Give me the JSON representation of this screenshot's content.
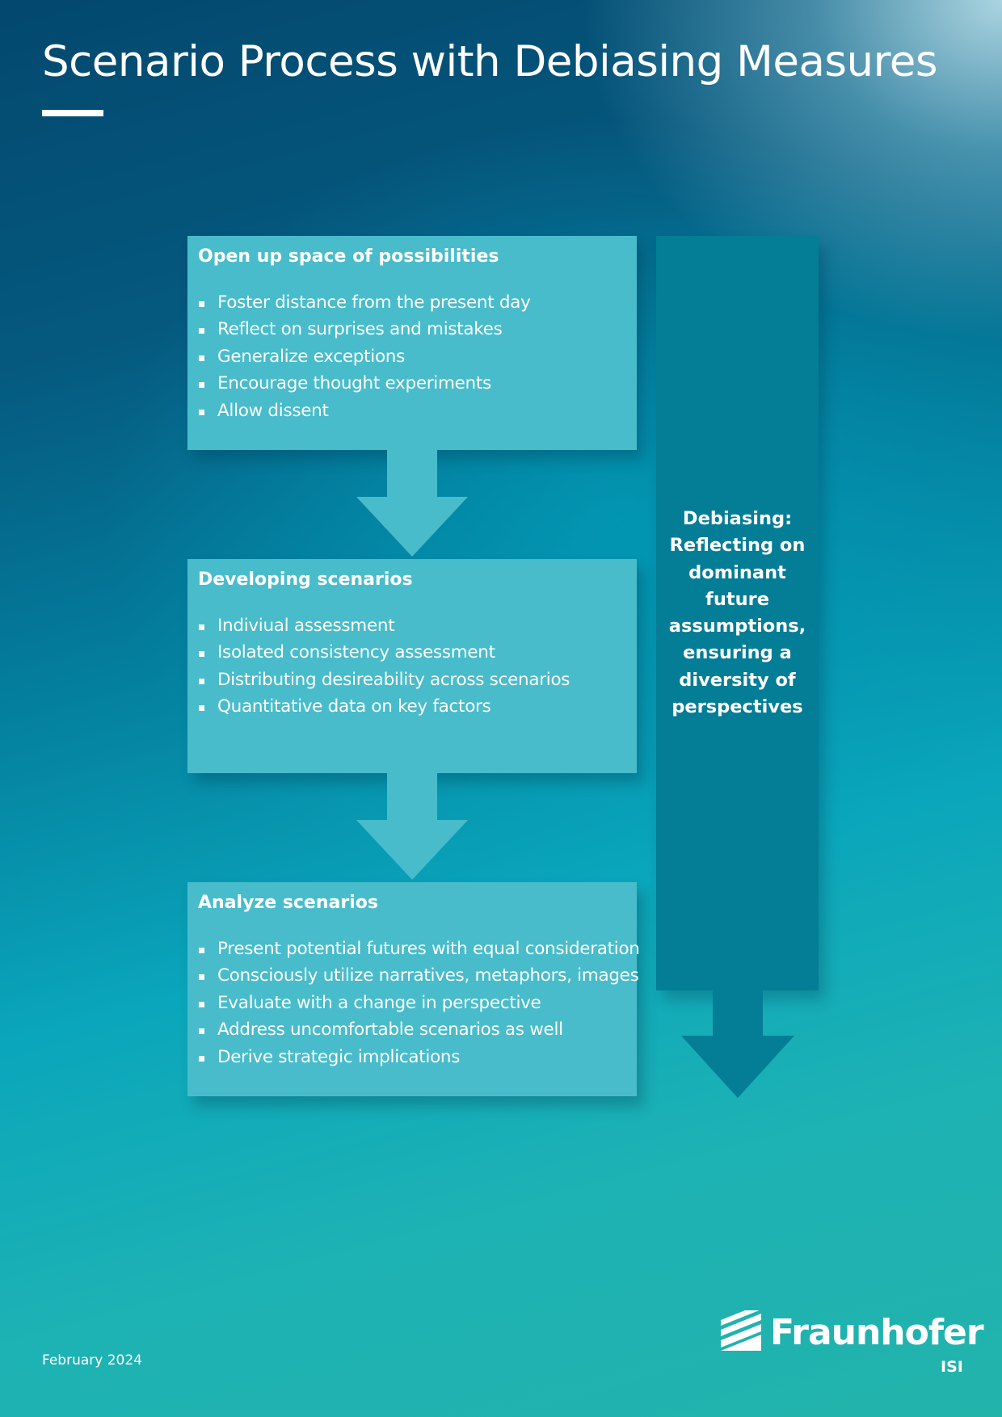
{
  "title": "Scenario Process with Debiasing Measures",
  "steps": [
    {
      "heading": "Open up space of possibilities",
      "items": [
        "Foster distance from the present day",
        "Reflect on surprises and mistakes",
        "Generalize exceptions",
        "Encourage thought experiments",
        "Allow dissent"
      ]
    },
    {
      "heading": "Developing scenarios",
      "items": [
        "Indiviual assessment",
        "Isolated consistency assessment",
        "Distributing desireability across scenarios",
        "Quantitative data on key factors"
      ]
    },
    {
      "heading": "Analyze scenarios",
      "items": [
        "Present potential futures with equal consideration",
        "Consciously utilize narratives, metaphors, images",
        "Evaluate with a change in perspective",
        "Address uncomfortable scenarios as well",
        "Derive strategic implications"
      ]
    }
  ],
  "debiasing": {
    "lines": [
      "Debiasing:",
      "Reflecting on",
      "dominant",
      "future",
      "assumptions,",
      "ensuring a",
      "diversity of",
      "perspectives"
    ]
  },
  "footer": {
    "date": "February 2024",
    "logo_name": "Fraunhofer",
    "logo_unit": "ISI"
  },
  "colors": {
    "box": "#48bccb",
    "side_column": "#047d96",
    "text": "#ffffff"
  }
}
